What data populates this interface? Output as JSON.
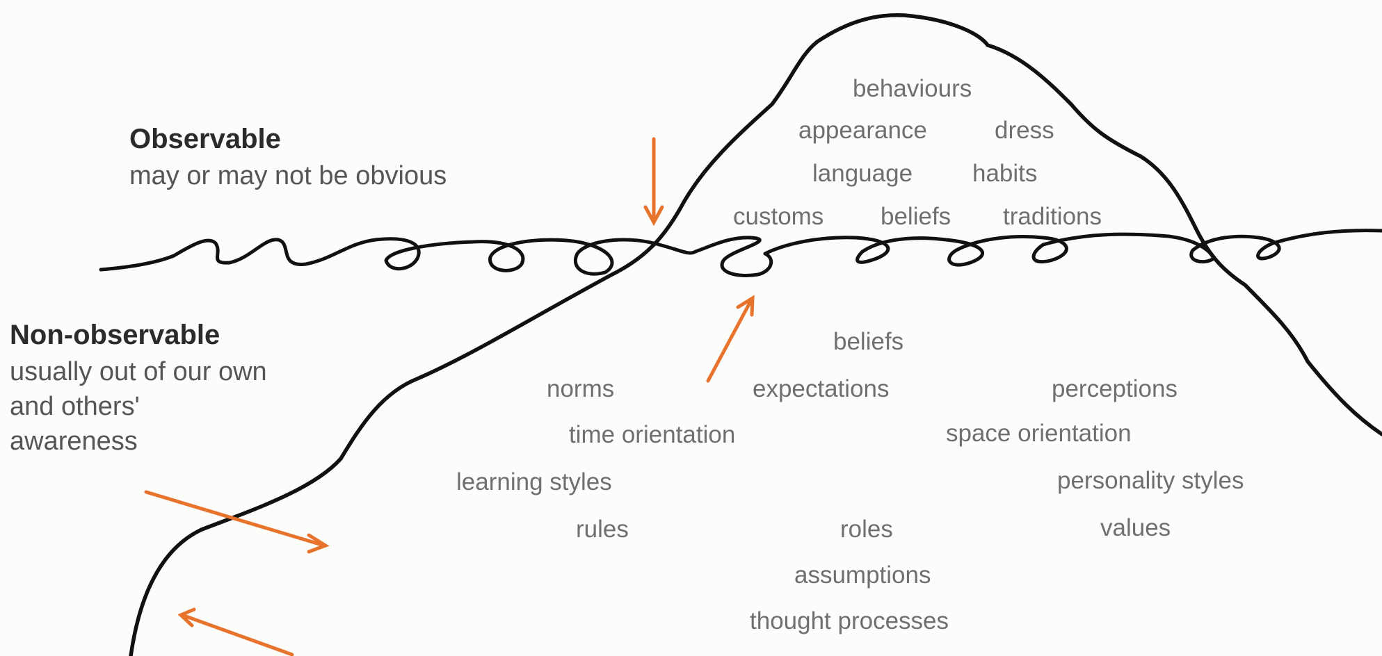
{
  "observable": {
    "heading": "Observable",
    "subtext": "may or may not be obvious"
  },
  "non_observable": {
    "heading": "Non-observable",
    "subtext_lines": [
      "usually out of our own",
      "and others'",
      "awareness"
    ]
  },
  "above_water": {
    "behaviours": "behaviours",
    "appearance": "appearance",
    "dress": "dress",
    "language": "language",
    "habits": "habits",
    "customs": "customs",
    "beliefs": "beliefs",
    "traditions": "traditions"
  },
  "below_water": {
    "beliefs": "beliefs",
    "norms": "norms",
    "expectations": "expectations",
    "perceptions": "perceptions",
    "time_orientation": "time orientation",
    "space_orientation": "space orientation",
    "learning_styles": "learning styles",
    "personality_styles": "personality styles",
    "rules": "rules",
    "roles": "roles",
    "values": "values",
    "assumptions": "assumptions",
    "thought_processes": "thought processes"
  },
  "colors": {
    "outline": "#111111",
    "arrow": "#e8732c"
  }
}
